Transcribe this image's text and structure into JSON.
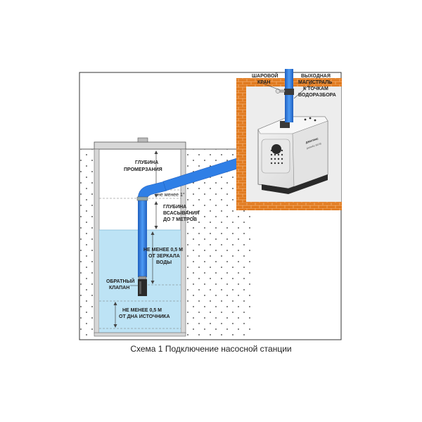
{
  "labels": {
    "freeze_depth": [
      "ГЛУБИНА",
      "ПРОМЕРЗАНИЯ"
    ],
    "min_one_deg": "не менее 1°",
    "suction_depth": [
      "ГЛУБИНА",
      "ВСАСЫВАНИЯ",
      "ДО 7 МЕТРОВ"
    ],
    "mirror_gap": [
      "НЕ МЕНЕЕ 0,5 М",
      "ОТ ЗЕРКАЛА",
      "ВОДЫ"
    ],
    "check_valve": [
      "ОБРАТНЫЙ",
      "КЛАПАН"
    ],
    "bottom_gap": [
      "НЕ МЕНЕЕ 0,5 М",
      "ОТ ДНА ИСТОЧНИКА"
    ],
    "ball_valve": [
      "ШАРОВОЙ",
      "КРАН"
    ],
    "outlet_line": [
      "ВЫХОДНАЯ",
      "МАГИСТРАЛЬ",
      "К ТОЧКАМ",
      "ВОДОРАЗБОРА"
    ]
  },
  "pump": {
    "brand": "джилекс",
    "model": "джамбо 60/35"
  },
  "caption": "Схема 1 Подключение насосной станции",
  "colors": {
    "water": "#bde3f5",
    "pipe": "#2f7fe6",
    "pipe_dark": "#1f5fbf",
    "brick": "#e07a1f",
    "border": "#333333"
  }
}
